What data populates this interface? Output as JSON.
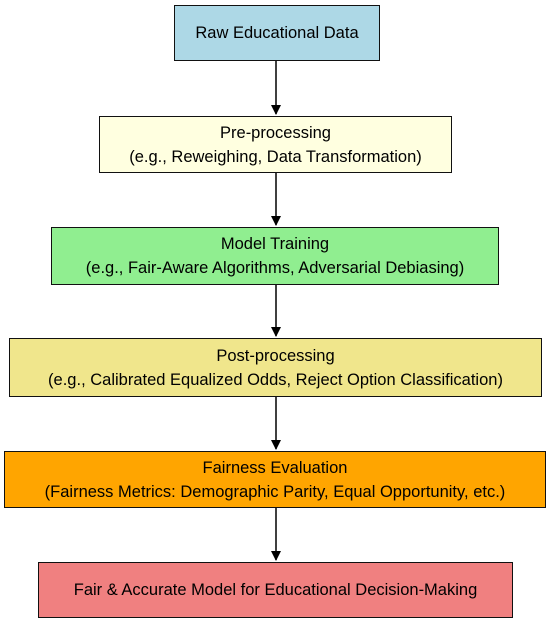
{
  "diagram": {
    "nodes": [
      {
        "id": "raw-data",
        "lines": [
          "Raw Educational Data"
        ],
        "color": "#add8e6"
      },
      {
        "id": "pre-processing",
        "lines": [
          "Pre-processing",
          "(e.g., Reweighing, Data Transformation)"
        ],
        "color": "#ffffe0"
      },
      {
        "id": "model-training",
        "lines": [
          "Model Training",
          "(e.g., Fair-Aware Algorithms, Adversarial Debiasing)"
        ],
        "color": "#90ee90"
      },
      {
        "id": "post-processing",
        "lines": [
          "Post-processing",
          "(e.g., Calibrated Equalized Odds, Reject Option Classification)"
        ],
        "color": "#f0e68c"
      },
      {
        "id": "fairness-evaluation",
        "lines": [
          "Fairness Evaluation",
          "(Fairness Metrics: Demographic Parity, Equal Opportunity, etc.)"
        ],
        "color": "#ffa500"
      },
      {
        "id": "final-model",
        "lines": [
          "Fair & Accurate Model for Educational Decision-Making"
        ],
        "color": "#f08080"
      }
    ],
    "edges": [
      [
        "raw-data",
        "pre-processing"
      ],
      [
        "pre-processing",
        "model-training"
      ],
      [
        "model-training",
        "post-processing"
      ],
      [
        "post-processing",
        "fairness-evaluation"
      ],
      [
        "fairness-evaluation",
        "final-model"
      ]
    ]
  }
}
